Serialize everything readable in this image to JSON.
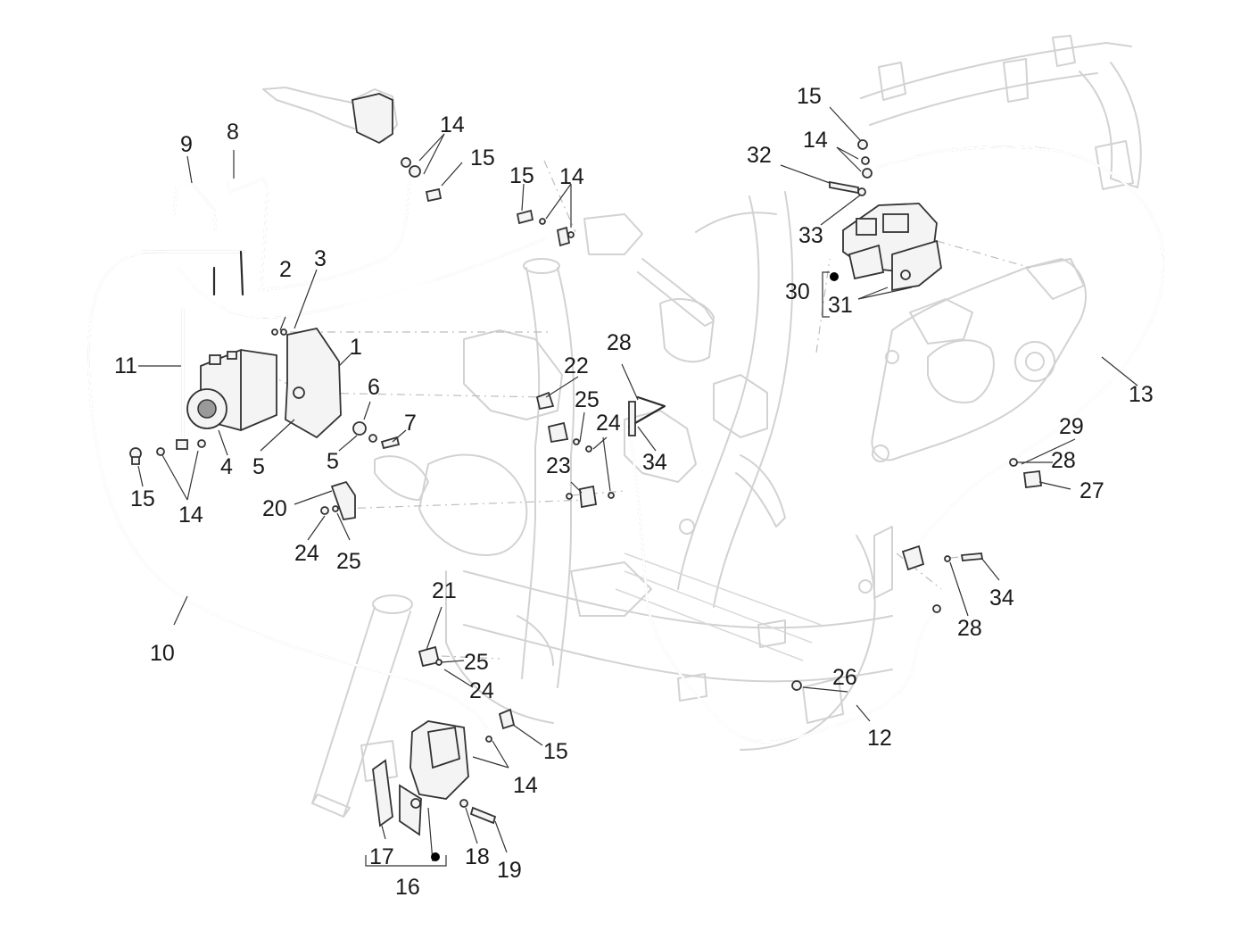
{
  "callouts": [
    {
      "id": "c1",
      "text": "1"
    },
    {
      "id": "c2",
      "text": "2"
    },
    {
      "id": "c3",
      "text": "3"
    },
    {
      "id": "c4",
      "text": "4"
    },
    {
      "id": "c5a",
      "text": "5"
    },
    {
      "id": "c5b",
      "text": "5"
    },
    {
      "id": "c6",
      "text": "6"
    },
    {
      "id": "c7",
      "text": "7"
    },
    {
      "id": "c8",
      "text": "8"
    },
    {
      "id": "c9",
      "text": "9"
    },
    {
      "id": "c10",
      "text": "10"
    },
    {
      "id": "c11",
      "text": "11"
    },
    {
      "id": "c12",
      "text": "12"
    },
    {
      "id": "c13",
      "text": "13"
    },
    {
      "id": "c14a",
      "text": "14"
    },
    {
      "id": "c14b",
      "text": "14"
    },
    {
      "id": "c14c",
      "text": "14"
    },
    {
      "id": "c14d",
      "text": "14"
    },
    {
      "id": "c14e",
      "text": "14"
    },
    {
      "id": "c15a",
      "text": "15"
    },
    {
      "id": "c15b",
      "text": "15"
    },
    {
      "id": "c15c",
      "text": "15"
    },
    {
      "id": "c15d",
      "text": "15"
    },
    {
      "id": "c15e",
      "text": "15"
    },
    {
      "id": "c16",
      "text": "16"
    },
    {
      "id": "c17",
      "text": "17"
    },
    {
      "id": "c18",
      "text": "18"
    },
    {
      "id": "c19",
      "text": "19"
    },
    {
      "id": "c20",
      "text": "20"
    },
    {
      "id": "c21",
      "text": "21"
    },
    {
      "id": "c22",
      "text": "22"
    },
    {
      "id": "c23",
      "text": "23"
    },
    {
      "id": "c24a",
      "text": "24"
    },
    {
      "id": "c24b",
      "text": "24"
    },
    {
      "id": "c24c",
      "text": "24"
    },
    {
      "id": "c25a",
      "text": "25"
    },
    {
      "id": "c25b",
      "text": "25"
    },
    {
      "id": "c25c",
      "text": "25"
    },
    {
      "id": "c26",
      "text": "26"
    },
    {
      "id": "c27",
      "text": "27"
    },
    {
      "id": "c28a",
      "text": "28"
    },
    {
      "id": "c28b",
      "text": "28"
    },
    {
      "id": "c28c",
      "text": "28"
    },
    {
      "id": "c29",
      "text": "29"
    },
    {
      "id": "c30",
      "text": "30"
    },
    {
      "id": "c31",
      "text": "31"
    },
    {
      "id": "c32",
      "text": "32"
    },
    {
      "id": "c33",
      "text": "33"
    },
    {
      "id": "c34a",
      "text": "34"
    },
    {
      "id": "c34b",
      "text": "34"
    }
  ],
  "colors": {
    "line": "#333333",
    "frame": "#d2d2d2",
    "background": "#ffffff"
  }
}
